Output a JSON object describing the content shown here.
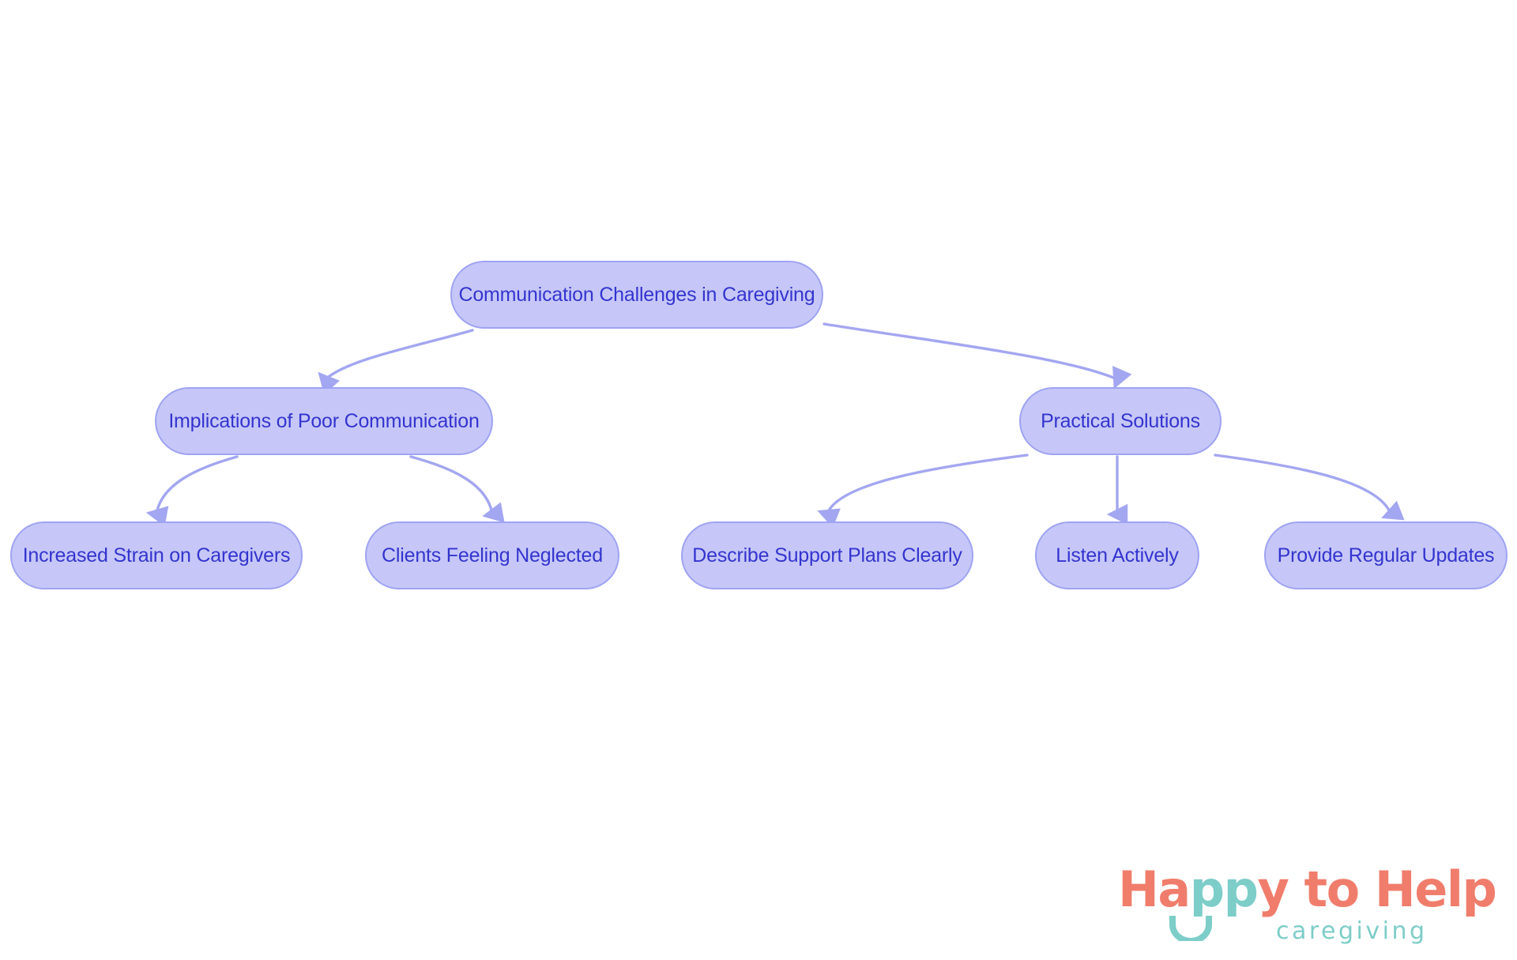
{
  "diagram": {
    "type": "flowchart",
    "orientation": "top-down",
    "title": "Communication Challenges in Caregiving",
    "colors": {
      "node_fill": "#c6c7f8",
      "node_border": "#9fa3f2",
      "node_text": "#3434cf",
      "edge_stroke": "#a3a6f0",
      "background": "#ffffff"
    },
    "nodes": [
      {
        "id": "root",
        "label": "Communication Challenges in Caregiving",
        "level": 0
      },
      {
        "id": "impl",
        "label": "Implications of Poor Communication",
        "level": 1
      },
      {
        "id": "solutions",
        "label": "Practical Solutions",
        "level": 1
      },
      {
        "id": "strain",
        "label": "Increased Strain on Caregivers",
        "level": 2
      },
      {
        "id": "neglect",
        "label": "Clients Feeling Neglected",
        "level": 2
      },
      {
        "id": "describe",
        "label": "Describe Support Plans Clearly",
        "level": 2
      },
      {
        "id": "listen",
        "label": "Listen Actively",
        "level": 2
      },
      {
        "id": "updates",
        "label": "Provide Regular Updates",
        "level": 2
      }
    ],
    "edges": [
      {
        "from": "root",
        "to": "impl"
      },
      {
        "from": "root",
        "to": "solutions"
      },
      {
        "from": "impl",
        "to": "strain"
      },
      {
        "from": "impl",
        "to": "neglect"
      },
      {
        "from": "solutions",
        "to": "describe"
      },
      {
        "from": "solutions",
        "to": "listen"
      },
      {
        "from": "solutions",
        "to": "updates"
      }
    ]
  },
  "logo": {
    "word_happy": "Happy",
    "word_pp": "pp",
    "word_ha": "Ha",
    "word_y": "y",
    "word_to_help": " to Help",
    "tagline": "caregiving",
    "coral": "#f07d6c",
    "teal": "#7dcdc9"
  }
}
